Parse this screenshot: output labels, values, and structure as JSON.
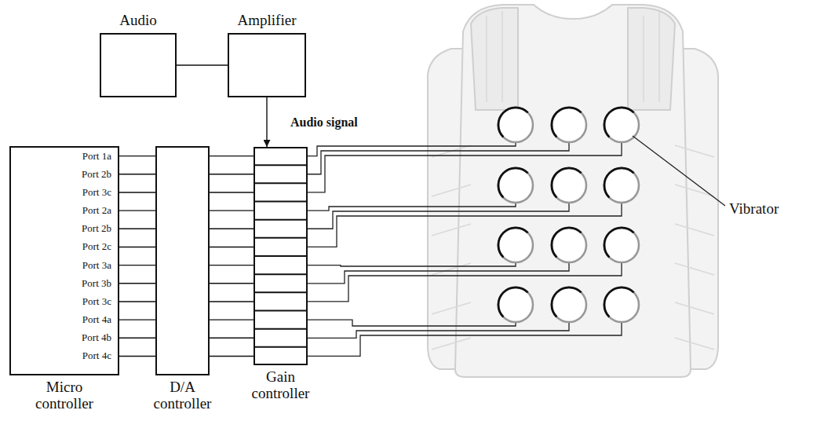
{
  "diagram": {
    "nodes": [
      {
        "text": [
          "Audio"
        ]
      },
      {
        "text": [
          "Amplifier"
        ]
      },
      {
        "text": [
          "Port 1a",
          "Port 2b",
          "Port 3c",
          "Port 2a",
          "Port 2b",
          "Port 2c",
          "Port 3a",
          "Port 3b",
          "Port 3c",
          "Port 4a",
          "Port 4b",
          "Port 4c",
          "Micro controller"
        ]
      },
      {
        "text": [
          "D/A controller"
        ]
      },
      {
        "text": [
          "Gain controller"
        ]
      }
    ],
    "edges": [
      {
        "from": 0,
        "to": 1,
        "arrow": "none"
      },
      {
        "from": 1,
        "to": 4,
        "label": "Audio signal",
        "arrow": "to"
      },
      {
        "from": 2,
        "to": 3,
        "arrow": "none"
      },
      {
        "from": 3,
        "to": 4,
        "arrow": "none"
      }
    ],
    "labels": [
      "Vibrator"
    ]
  }
}
